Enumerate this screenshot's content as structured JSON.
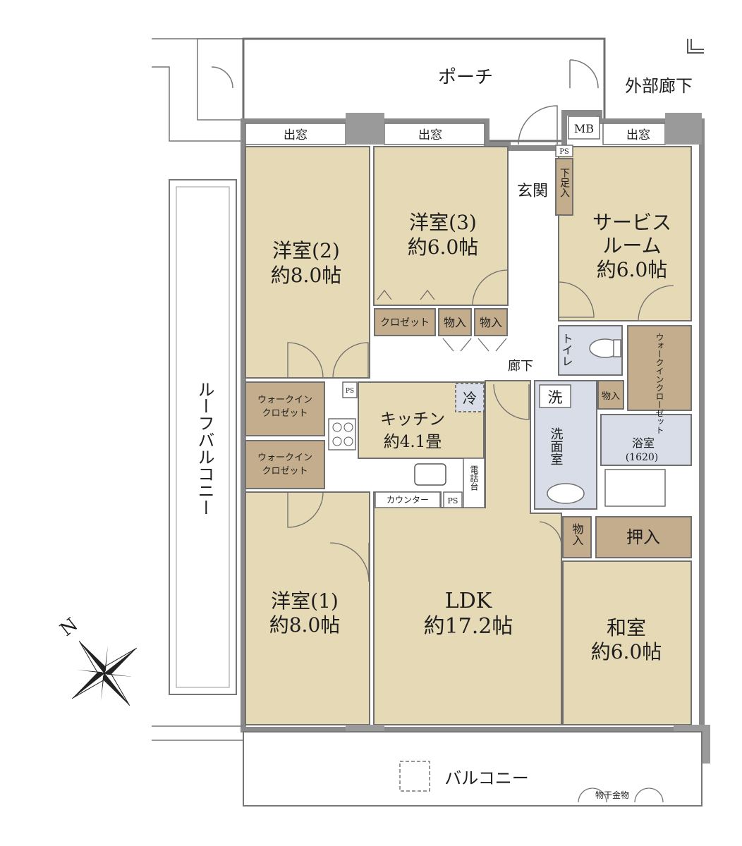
{
  "colors": {
    "room": "#e6d9b6",
    "storage": "#c4ad8c",
    "wet": "#d8dde8",
    "wall": "#8a8a8a",
    "outline": "#6f6f6f",
    "text": "#1e1e1e",
    "pillar": "#9a9a9a"
  },
  "labels": {
    "porch": "ポーチ",
    "outer_corridor": "外部廊下",
    "mb": "MB",
    "demado_1": "出窓",
    "demado_2": "出窓",
    "demado_3": "出窓",
    "ps_entry": "PS",
    "ps_kitchen": "PS",
    "ps_counter": "PS",
    "entrance": "玄関",
    "shoe_storage": "下足入",
    "room3_name": "洋室(3)",
    "room3_size": "約6.0帖",
    "room2_name": "洋室(2)",
    "room2_size": "約8.0帖",
    "service_name_1": "サービス",
    "service_name_2": "ルーム",
    "service_size": "約6.0帖",
    "closet": "クロゼット",
    "storage_a": "物入",
    "storage_b": "物入",
    "storage_c": "物入",
    "storage_d": "物入",
    "toilet": "トイレ",
    "wic_vertical": "ウォークインクローゼット",
    "hallway": "廊下",
    "wic_1_line1": "ウォークイン",
    "wic_1_line2": "クロゼット",
    "wic_2_line1": "ウォークイン",
    "wic_2_line2": "クロゼット",
    "fridge": "冷",
    "kitchen_name": "キッチン",
    "kitchen_size": "約4.1畳",
    "phone_stand": "電話台",
    "counter": "カウンター",
    "wash_mark": "洗",
    "washroom": "洗面室",
    "bath_name": "浴室",
    "bath_size": "(1620)",
    "oshiire": "押入",
    "room1_name": "洋室(1)",
    "room1_size": "約8.0帖",
    "ldk_name": "LDK",
    "ldk_size": "約17.2帖",
    "washitsu_name": "和室",
    "washitsu_size": "約6.0帖",
    "roof_balcony": "ルーフバルコニー",
    "balcony": "バルコニー",
    "drying_hardware": "物干金物",
    "north": "N"
  }
}
